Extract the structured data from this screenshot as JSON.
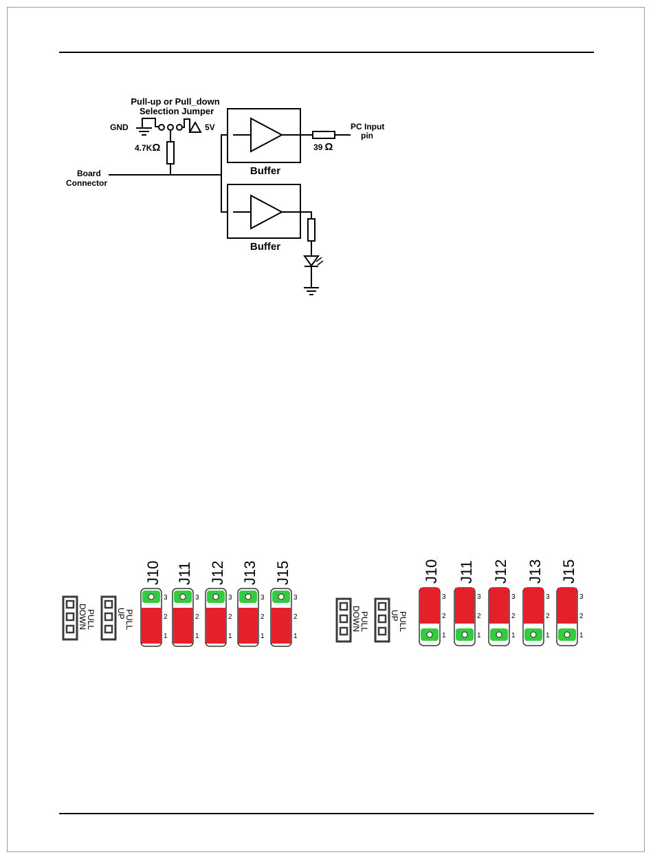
{
  "schematic": {
    "jumper_title_line1": "Pull-up or Pull_down",
    "jumper_title_line2": "Selection Jumper",
    "gnd_label": "GND",
    "vcc_label": "5V",
    "pullup_resistor_label": "4.7K",
    "board_connector_line1": "Board",
    "board_connector_line2": "Connector",
    "buffer_top_label": "Buffer",
    "buffer_bottom_label": "Buffer",
    "series_resistor_label": "39",
    "pc_input_line1": "PC Input",
    "pc_input_line2": "pin",
    "ohm_symbol": "Ω"
  },
  "jumper_diagrams": [
    {
      "id": "pull-up-setting",
      "legend": {
        "down_label": "DOWN",
        "pull_label": "PULL",
        "up_label": "UP"
      },
      "pin_numbers": [
        "3",
        "2",
        "1"
      ],
      "jumpers": [
        {
          "label": "J10",
          "shorted_pins": "1-2"
        },
        {
          "label": "J11",
          "shorted_pins": "1-2"
        },
        {
          "label": "J12",
          "shorted_pins": "1-2"
        },
        {
          "label": "J13",
          "shorted_pins": "1-2"
        },
        {
          "label": "J15",
          "shorted_pins": "1-2"
        }
      ]
    },
    {
      "id": "pull-down-setting",
      "legend": {
        "down_label": "DOWN",
        "pull_label": "PULL",
        "up_label": "UP"
      },
      "pin_numbers": [
        "3",
        "2",
        "1"
      ],
      "jumpers": [
        {
          "label": "J10",
          "shorted_pins": "2-3"
        },
        {
          "label": "J11",
          "shorted_pins": "2-3"
        },
        {
          "label": "J12",
          "shorted_pins": "2-3"
        },
        {
          "label": "J13",
          "shorted_pins": "2-3"
        },
        {
          "label": "J15",
          "shorted_pins": "2-3"
        }
      ]
    }
  ],
  "colors": {
    "jumper_cap": "#e4212b",
    "free_pin_pad": "#33cc3f",
    "line": "#000000",
    "header_outline": "#3a3a3a"
  }
}
